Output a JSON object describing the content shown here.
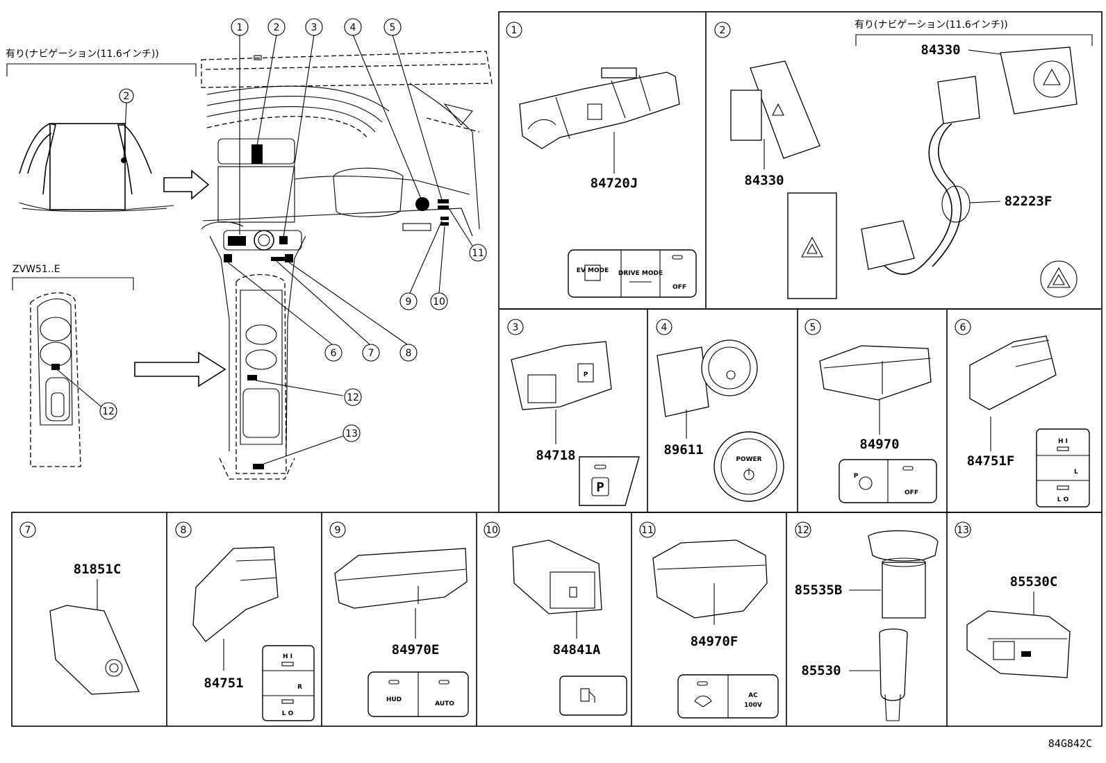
{
  "overview": {
    "nav_caption": "有り(ナビゲーション(11.6インチ))",
    "model_caption": "ZVW51..E",
    "callouts": [
      "1",
      "2",
      "3",
      "4",
      "5",
      "6",
      "7",
      "8",
      "9",
      "10",
      "11",
      "12",
      "13"
    ]
  },
  "panels": [
    {
      "id": "1",
      "parts": [
        "84720J"
      ],
      "labels": [
        "EV MODE",
        "DRIVE MODE",
        "OFF"
      ]
    },
    {
      "id": "2",
      "caption": "有り(ナビゲーション(11.6インチ))",
      "parts": [
        "84330",
        "84330",
        "82223F"
      ]
    },
    {
      "id": "3",
      "parts": [
        "84718"
      ],
      "labels": [
        "P"
      ]
    },
    {
      "id": "4",
      "parts": [
        "89611"
      ],
      "labels": [
        "POWER"
      ]
    },
    {
      "id": "5",
      "parts": [
        "84970"
      ],
      "labels": [
        "P",
        "OFF"
      ]
    },
    {
      "id": "6",
      "parts": [
        "84751F"
      ],
      "labels": [
        "H I",
        "L",
        "L O"
      ]
    },
    {
      "id": "7",
      "parts": [
        "81851C"
      ]
    },
    {
      "id": "8",
      "parts": [
        "84751"
      ],
      "labels": [
        "H I",
        "R",
        "L O"
      ]
    },
    {
      "id": "9",
      "parts": [
        "84970E"
      ],
      "labels": [
        "HUD",
        "AUTO"
      ]
    },
    {
      "id": "10",
      "parts": [
        "84841A"
      ]
    },
    {
      "id": "11",
      "parts": [
        "84970F"
      ],
      "labels": [
        "AC",
        "100V"
      ]
    },
    {
      "id": "12",
      "parts": [
        "85535B",
        "85530"
      ]
    },
    {
      "id": "13",
      "parts": [
        "85530C"
      ]
    }
  ],
  "doc_id": "84G842C"
}
